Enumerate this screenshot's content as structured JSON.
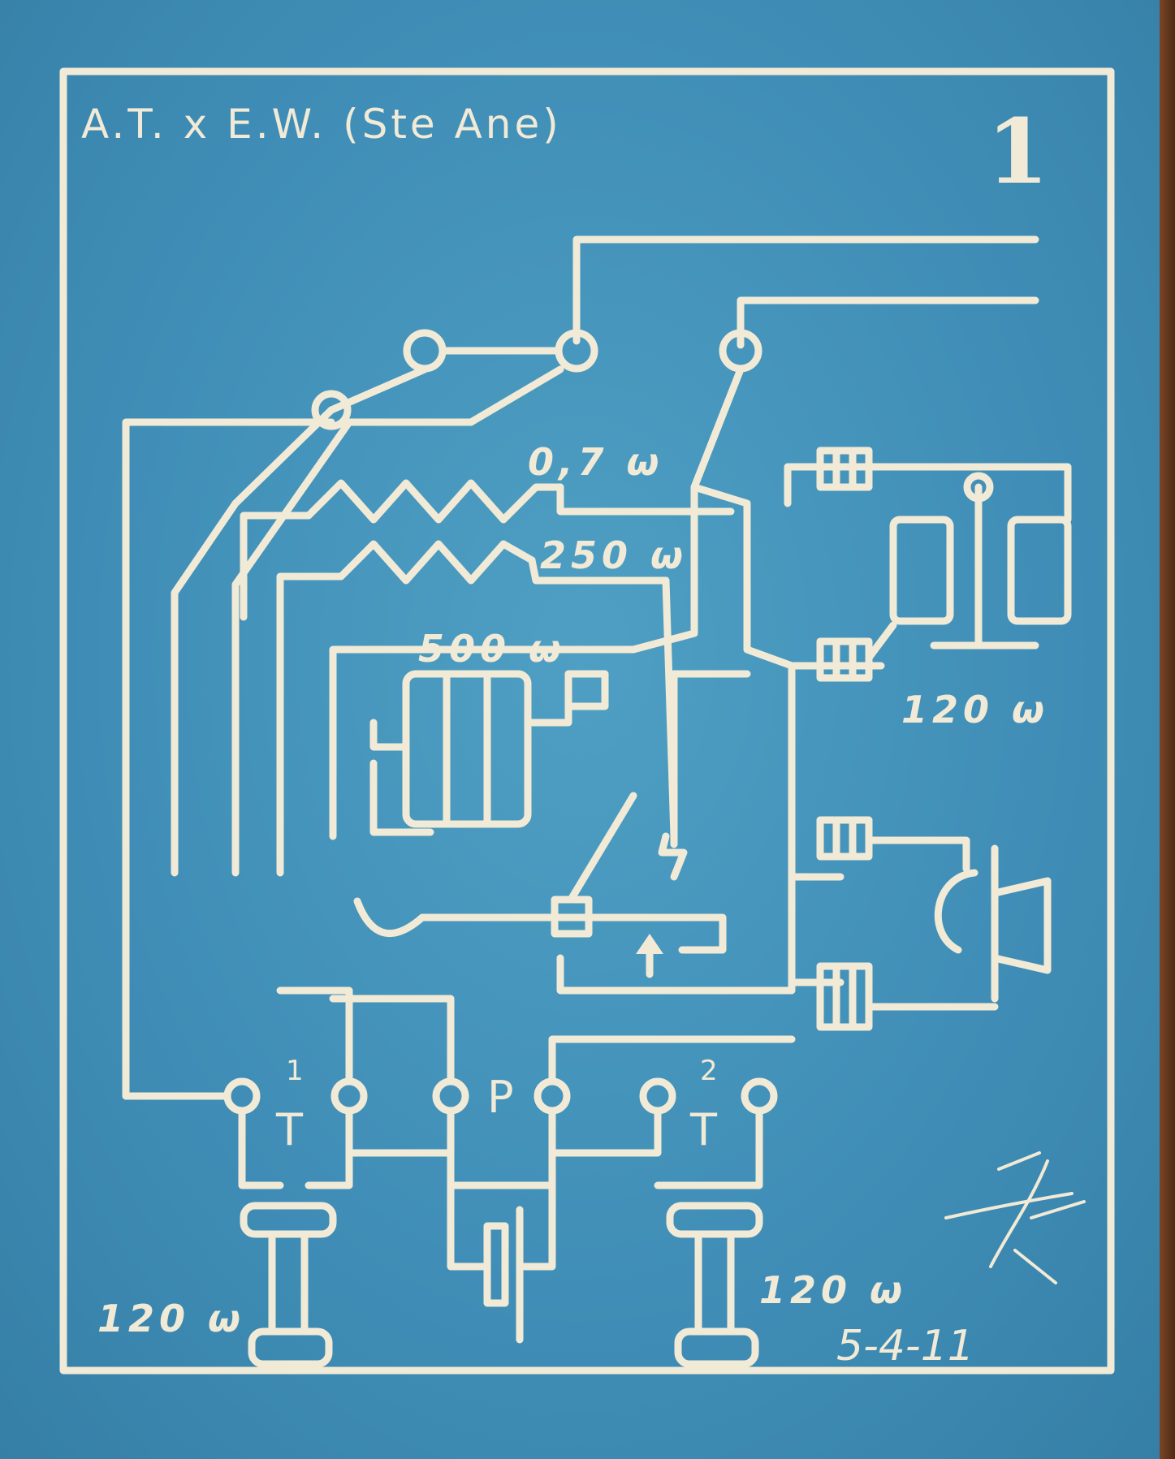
{
  "card": {
    "title": "A.T. x E.W. (Ste Ane)",
    "number": "1",
    "resistances": {
      "r1": "0,7 ω",
      "r2": "250 ω",
      "r3": "500 ω",
      "bell": "120 ω",
      "receiver_left": "120 ω",
      "receiver_right": "120 ω"
    },
    "terminals": {
      "t1_top": "1",
      "t1_bottom": "T",
      "p": "P",
      "t2_top": "2",
      "t2_bottom": "T"
    },
    "date": "5-4-11"
  },
  "colors": {
    "paper": "#3f8db6",
    "ink": "#f1ead6",
    "frame": "#6b3f22"
  }
}
